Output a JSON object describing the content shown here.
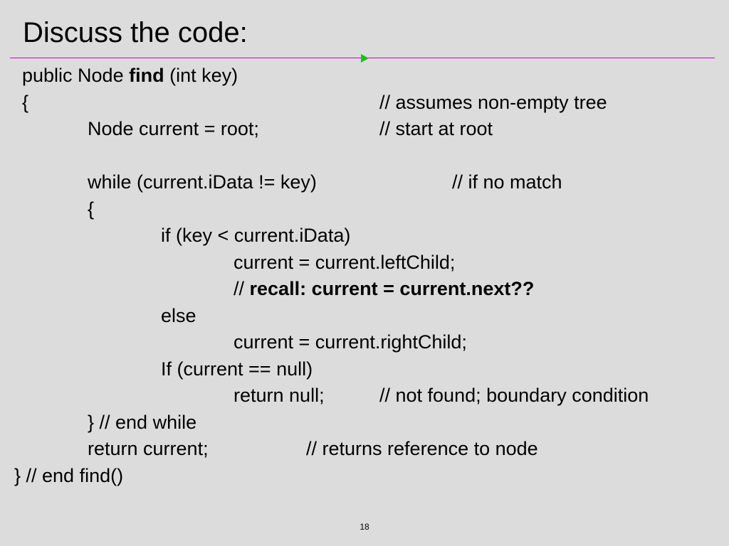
{
  "slide": {
    "title": "Discuss the code:",
    "page_number": "18",
    "colors": {
      "background": "#dcdcdc",
      "rule": "#cc00cc",
      "arrow": "#22bb22"
    },
    "code": {
      "line1_a": "public Node ",
      "line1_b": "find",
      "line1_c": " (int key)",
      "line2_code": "{",
      "line2_comment": "// assumes non-empty tree",
      "line3_code": "Node current = root;",
      "line3_comment": "// start at root",
      "line4_code": "while (current.iData != key)",
      "line4_comment": "// if no match",
      "line5": "{",
      "line6": "if (key < current.iData)",
      "line7": "current = current.leftChild;",
      "line8_a": "// ",
      "line8_b": "recall:  current = current.next??",
      "line9": "else",
      "line10": "current = current.rightChild;",
      "line11": "If (current == null)",
      "line12_code": "return null;",
      "line12_comment": "// not found;  boundary condition",
      "line13": "}  // end while",
      "line14_code": "return current;",
      "line14_comment": "// returns reference to node",
      "line15": "} //  end find()"
    }
  }
}
